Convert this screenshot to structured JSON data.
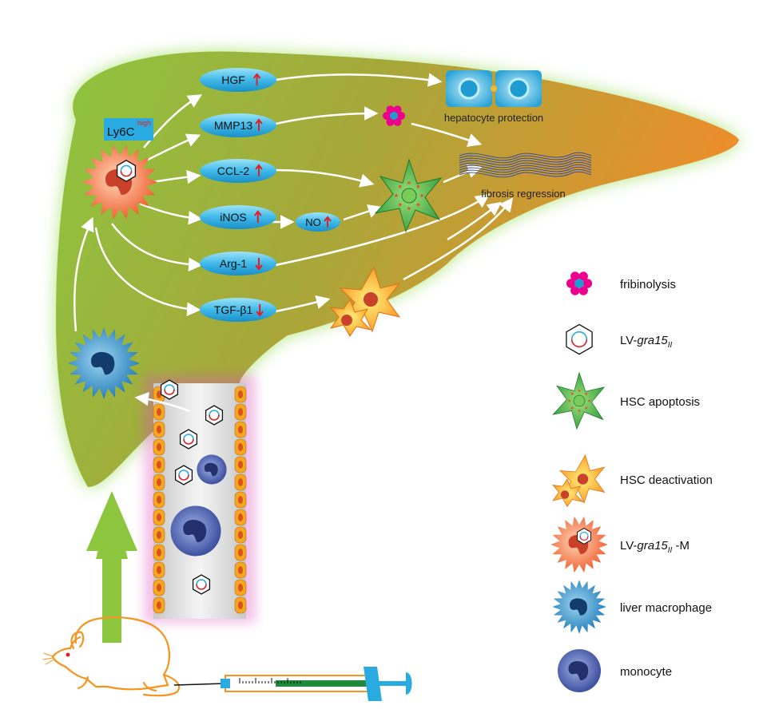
{
  "mediators": [
    {
      "label": "HGF",
      "direction": "up"
    },
    {
      "label": "MMP13",
      "direction": "up"
    },
    {
      "label": "CCL-2",
      "direction": "up"
    },
    {
      "label": "iNOS",
      "direction": "up"
    },
    {
      "label": "Arg-1",
      "direction": "down"
    },
    {
      "label": "TGF-β1",
      "direction": "down"
    }
  ],
  "no_node": {
    "label": "NO",
    "direction": "up"
  },
  "ly6c": {
    "base": "Ly6C",
    "sup": "high"
  },
  "outcomes": {
    "hepatocyte": "hepatocyte protection",
    "fibrosis": "fibrosis regression"
  },
  "legend": [
    {
      "icon": "fibrinolysis-icon",
      "text": "fribinolysis"
    },
    {
      "icon": "lv-vector-icon",
      "text_pre": "LV-",
      "text_italic": "gra15",
      "text_sub": "II",
      "text_post": ""
    },
    {
      "icon": "hsc-apoptosis-icon",
      "text": "HSC apoptosis"
    },
    {
      "icon": "hsc-deactivation-icon",
      "text": "HSC deactivation"
    },
    {
      "icon": "lv-macrophage-icon",
      "text_pre": "LV-",
      "text_italic": "gra15",
      "text_sub": "II",
      "text_post": " -M"
    },
    {
      "icon": "liver-macrophage-icon",
      "text": "liver macrophage"
    },
    {
      "icon": "monocyte-icon",
      "text": "monocyte"
    }
  ],
  "colors": {
    "liver_green": "#8dc63f",
    "liver_orange": "#e8962e",
    "pill_blue": "#29abe2",
    "arrow_up_red": "#e01f26",
    "lv_macrophage_orange": "#f26b3a",
    "macrophage_blue": "#1f7fb8",
    "monocyte_blue": "#3a4fa0",
    "hsc_green": "#39b54a",
    "fibrinolysis_pink": "#ec008c",
    "mouse_orange": "#f7941d",
    "big_arrow_green": "#8cc63f"
  }
}
